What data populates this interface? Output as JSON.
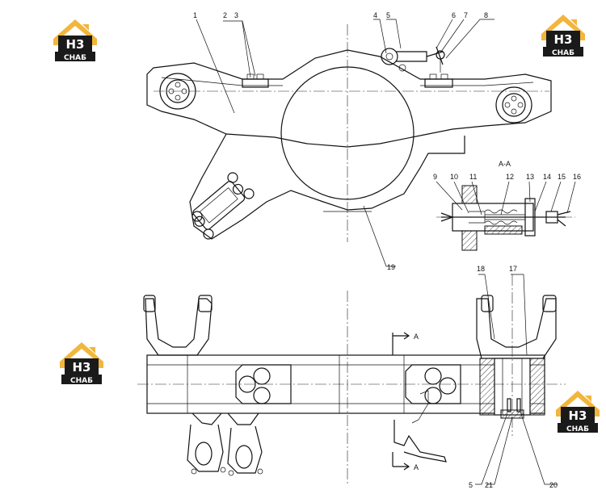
{
  "drawing": {
    "section_label": "A-A",
    "cut_marker": "A",
    "callouts": [
      "1",
      "2",
      "3",
      "4",
      "5",
      "6",
      "7",
      "8",
      "9",
      "10",
      "11",
      "12",
      "13",
      "14",
      "15",
      "16",
      "17",
      "18",
      "19",
      "5",
      "21",
      "20"
    ]
  },
  "logo": {
    "text_top": "Н3",
    "text_bottom": "СНАБ",
    "colors": {
      "house": "#f2b63c",
      "dark": "#1a1a1a",
      "light": "#ffffff"
    }
  }
}
